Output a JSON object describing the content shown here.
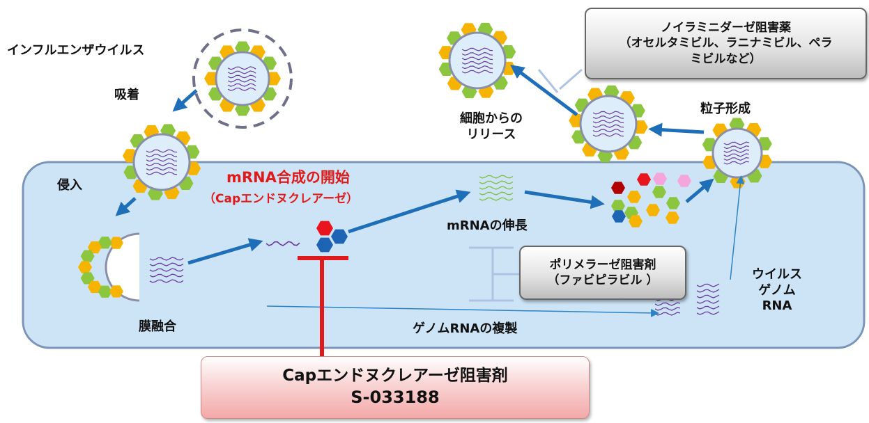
{
  "labels": {
    "virus": "インフルエンザウイルス",
    "adsorption": "吸着",
    "entry": "侵入",
    "membrane_fusion": "膜融合",
    "mrna_synthesis_start": "mRNA合成の開始",
    "cap_endonuclease_paren": "（Capエンドヌクレアーゼ）",
    "mrna_elongation": "mRNAの伸長",
    "genome_rna_replication": "ゲノムRNAの複製",
    "viral_genome_rna_line1": "ウイルス",
    "viral_genome_rna_line2": "ゲノム",
    "viral_genome_rna_line3": "RNA",
    "particle_formation": "粒子形成",
    "release_line1": "細胞からの",
    "release_line2": "リリース"
  },
  "boxes": {
    "neuraminidase_line1": "ノイラミニダーゼ阻害薬",
    "neuraminidase_line2": "（オセルタミビル、ラニナミビル、ペラ",
    "neuraminidase_line3": "ミビルなど）",
    "polymerase_line1": "ポリメラーゼ阻害剤",
    "polymerase_line2": "（ファビピラビル ）",
    "cap_inhibitor_line1": "Capエンドヌクレアーゼ阻害剤",
    "cap_inhibitor_line2": "S-033188"
  },
  "colors": {
    "cell": "#cde4f6",
    "cell_border": "#7b94b8",
    "arrow": "#1f6fb8",
    "inhibit_red": "#e01a1a",
    "inhibit_light": "#aec3e3",
    "hex_green": "#8cc63f",
    "hex_yellow": "#f6b400",
    "hex_red": "#e8141e",
    "hex_blue": "#1e64b4",
    "hex_darkred": "#b00000",
    "hex_pink": "#f4a6dc",
    "rna_purple": "#6a3aa0",
    "rna_green": "#7bbf3a"
  }
}
